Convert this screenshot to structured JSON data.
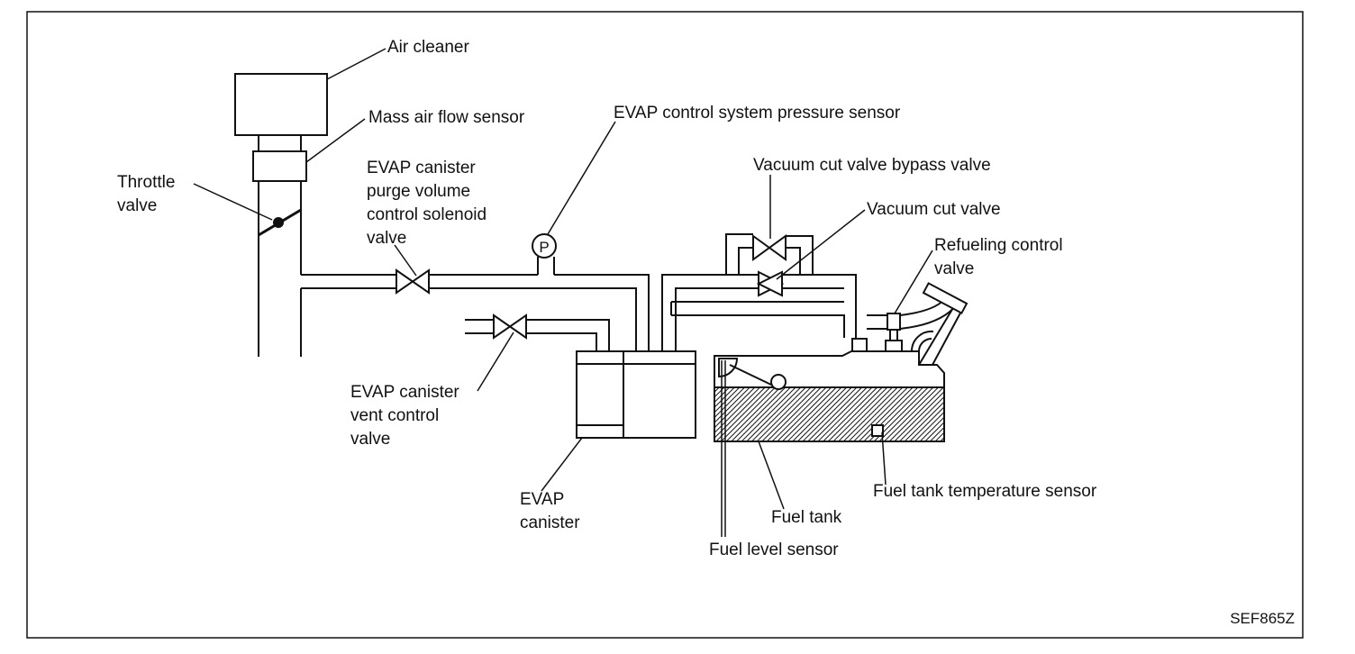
{
  "labels": {
    "air_cleaner": "Air cleaner",
    "mass_air_flow_sensor": "Mass air flow sensor",
    "throttle_valve_1": "Throttle",
    "throttle_valve_2": "valve",
    "purge_valve_1": "EVAP canister",
    "purge_valve_2": "purge volume",
    "purge_valve_3": "control solenoid",
    "purge_valve_4": "valve",
    "pressure_sensor": "EVAP control system pressure sensor",
    "pressure_sensor_symbol": "P",
    "bypass_valve": "Vacuum cut valve bypass valve",
    "vacuum_cut_valve": "Vacuum cut valve",
    "refueling_valve_1": "Refueling control",
    "refueling_valve_2": "valve",
    "vent_valve_1": "EVAP canister",
    "vent_valve_2": "vent control",
    "vent_valve_3": "valve",
    "canister_1": "EVAP",
    "canister_2": "canister",
    "fuel_tank": "Fuel tank",
    "fuel_tank_temp_sensor": "Fuel tank temperature sensor",
    "fuel_level_sensor": "Fuel level sensor",
    "figure_code": "SEF865Z"
  }
}
